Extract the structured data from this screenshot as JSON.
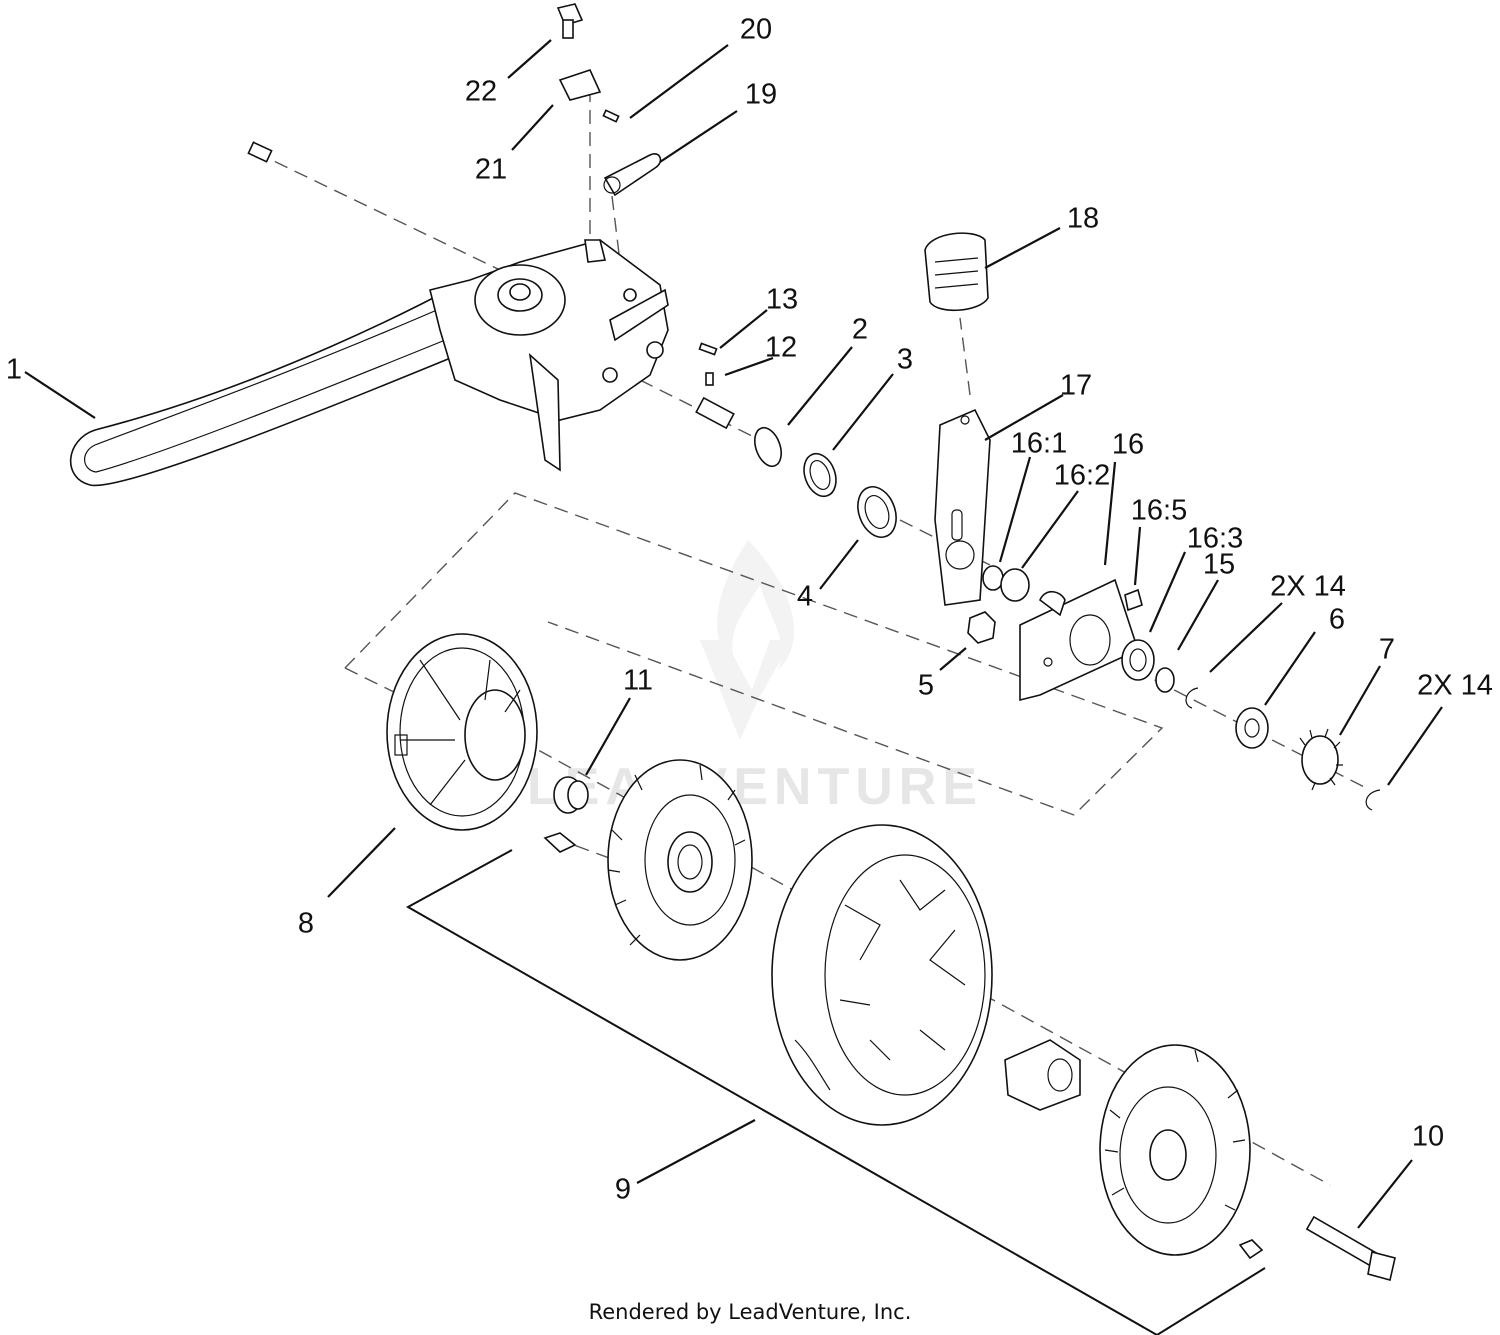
{
  "diagram": {
    "callouts": [
      {
        "id": "c1",
        "text": "1"
      },
      {
        "id": "c2",
        "text": "2"
      },
      {
        "id": "c3",
        "text": "3"
      },
      {
        "id": "c4",
        "text": "4"
      },
      {
        "id": "c5",
        "text": "5"
      },
      {
        "id": "c6",
        "text": "6"
      },
      {
        "id": "c7",
        "text": "7"
      },
      {
        "id": "c8",
        "text": "8"
      },
      {
        "id": "c9",
        "text": "9"
      },
      {
        "id": "c10",
        "text": "10"
      },
      {
        "id": "c11",
        "text": "11"
      },
      {
        "id": "c12",
        "text": "12"
      },
      {
        "id": "c13",
        "text": "13"
      },
      {
        "id": "c14a",
        "text": "2X 14"
      },
      {
        "id": "c14b",
        "text": "2X 14"
      },
      {
        "id": "c15",
        "text": "15"
      },
      {
        "id": "c16",
        "text": "16"
      },
      {
        "id": "c16_1",
        "text": "16:1"
      },
      {
        "id": "c16_2",
        "text": "16:2"
      },
      {
        "id": "c16_3",
        "text": "16:3"
      },
      {
        "id": "c16_5",
        "text": "16:5"
      },
      {
        "id": "c17",
        "text": "17"
      },
      {
        "id": "c18",
        "text": "18"
      },
      {
        "id": "c19",
        "text": "19"
      },
      {
        "id": "c20",
        "text": "20"
      },
      {
        "id": "c21",
        "text": "21"
      },
      {
        "id": "c22",
        "text": "22"
      }
    ],
    "watermark": "LEADVENTURE",
    "footer": "Rendered by LeadVenture, Inc."
  }
}
